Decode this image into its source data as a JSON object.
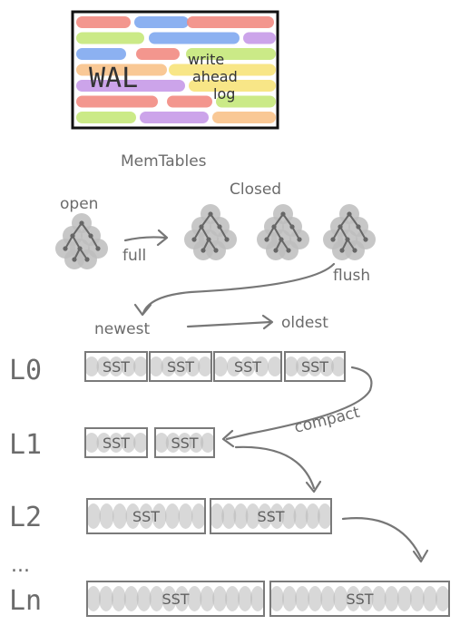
{
  "wal": {
    "label": "WAL",
    "note_lines": [
      "write",
      "ahead",
      "log"
    ],
    "colors": [
      "#f28b82",
      "#c5e87a",
      "#7fa8f0",
      "#c79ae8",
      "#f7e37a",
      "#f8c28a"
    ]
  },
  "memtables": {
    "title": "MemTables",
    "open_label": "open",
    "closed_label": "Closed",
    "full_label": "full",
    "flush_label": "flush"
  },
  "order": {
    "newest_label": "newest",
    "oldest_label": "oldest"
  },
  "compact_label": "compact",
  "levels": [
    {
      "name": "L0",
      "ssts": [
        "SST",
        "SST",
        "SST",
        "SST"
      ]
    },
    {
      "name": "L1",
      "ssts": [
        "SST",
        "SST"
      ]
    },
    {
      "name": "L2",
      "ssts": [
        "SST",
        "SST"
      ]
    },
    {
      "name": "...",
      "ssts": []
    },
    {
      "name": "Ln",
      "ssts": [
        "SST",
        "SST"
      ]
    }
  ]
}
